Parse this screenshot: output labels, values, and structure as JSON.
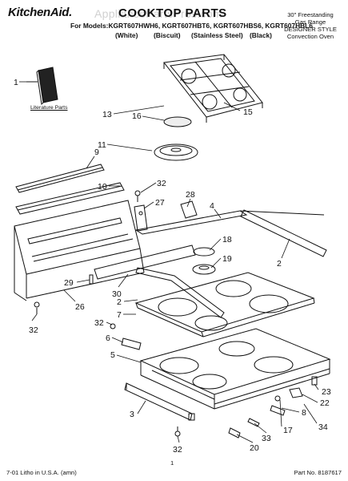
{
  "header": {
    "brand": "KitchenAid.",
    "title": "COOKTOP PARTS",
    "watermark": "AppliancePartsPros.com",
    "models_line": "For Models:KGRT607HWH6, KGRT607HBT6, KGRT607HBS6, KGRT607HBL6",
    "colors": [
      "(White)",
      "(Biscuit)",
      "(Stainless Steel)",
      "(Black)"
    ],
    "range_info": [
      "30\" Freestanding",
      "Gas Range",
      "DESIGNER STYLE",
      "Convection Oven"
    ]
  },
  "diagram": {
    "literature_label": "Literature Parts",
    "callouts": [
      "1",
      "13",
      "15",
      "16",
      "11",
      "9",
      "10",
      "32",
      "27",
      "28",
      "4",
      "18",
      "19",
      "2",
      "30",
      "29",
      "26",
      "32",
      "2",
      "7",
      "32",
      "6",
      "5",
      "3",
      "23",
      "22",
      "8",
      "34",
      "17",
      "33",
      "20",
      "32"
    ]
  },
  "footer": {
    "left": "7-01 Litho in U.S.A. (amn)",
    "page": "1",
    "right": "Part No. 8187617"
  }
}
